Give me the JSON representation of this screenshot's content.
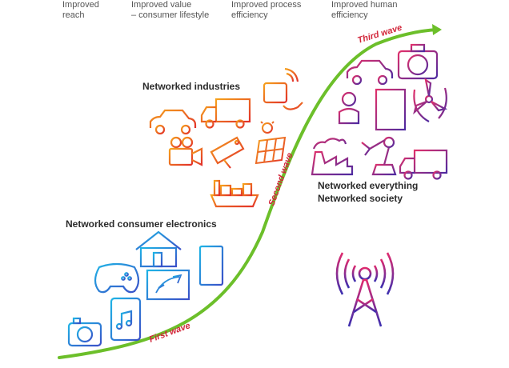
{
  "headers": [
    {
      "line1": "Improved",
      "line2": "reach"
    },
    {
      "line1": "Improved value",
      "line2": "– consumer lifestyle"
    },
    {
      "line1": "Improved process",
      "line2": "efficiency"
    },
    {
      "line1": "Improved human",
      "line2": "efficiency"
    }
  ],
  "waves": {
    "first": "First wave",
    "second": "Second wave",
    "third": "Third wave"
  },
  "groups": {
    "industries": "Networked industries",
    "consumer": "Networked consumer electronics",
    "everything_line1": "Networked everything",
    "everything_line2": "Networked society"
  },
  "colors": {
    "curve": "#6cbf2a",
    "wave_text": "#d2263a",
    "icon_blue": "#1e8fd8",
    "icon_purple": "#6a2c9a",
    "icon_orange": "#f08a1c",
    "icon_red": "#e53a2c"
  },
  "icons": {
    "consumer": [
      "camera-icon",
      "gamepad-icon",
      "smartphone-icon",
      "home-icon",
      "tv-icon",
      "fridge-icon"
    ],
    "industries": [
      "car-icon",
      "truck-icon",
      "medkit-icon",
      "video-camera-icon",
      "cctv-icon",
      "solar-panel-icon",
      "ship-icon"
    ],
    "everything": [
      "car-icon",
      "medkit-icon",
      "person-icon",
      "building-icon",
      "wind-turbine-icon",
      "factory-icon",
      "robot-arm-icon",
      "truck-icon"
    ],
    "network": "radio-tower-icon"
  }
}
